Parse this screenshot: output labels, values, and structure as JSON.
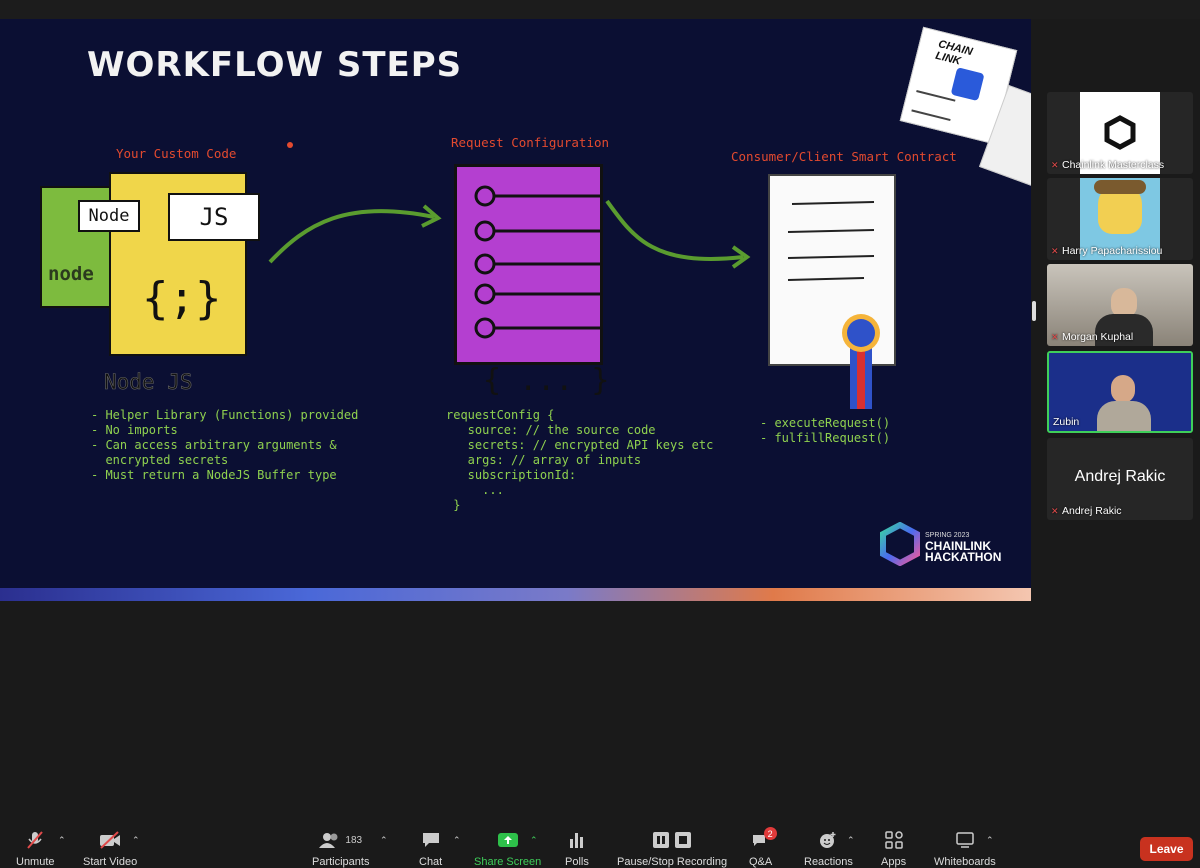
{
  "slide": {
    "title": "WORKFLOW STEPS",
    "custom_code": {
      "label": "Your Custom Code",
      "node_tag": "Node",
      "js_tag": "JS",
      "braces": "{;}",
      "node_logo": "node",
      "caption": "Node JS",
      "bullets": "- Helper Library (Functions) provided\n- No imports\n- Can access arbitrary arguments &\n  encrypted secrets\n- Must return a NodeJS Buffer type"
    },
    "request_config": {
      "label": "Request Configuration",
      "braces": "{ ... }",
      "code": "requestConfig {\n   source: // the source code\n   secrets: // encrypted API keys etc\n   args: // array of inputs\n   subscriptionId:\n     ...\n }"
    },
    "consumer": {
      "label": "Consumer/Client Smart Contract",
      "functions": "- executeRequest()\n- fulfillRequest()"
    },
    "chainlink_cube_text": "CHAIN LINK",
    "hackathon_badge": {
      "line1": "SPRING 2023",
      "line2": "CHAINLINK",
      "line3": "HACKATHON"
    }
  },
  "participants": [
    {
      "name": "Chainlink Masterclass",
      "muted": true
    },
    {
      "name": "Harry Papacharissiou",
      "muted": true
    },
    {
      "name": "Morgan Kuphal",
      "muted": true
    },
    {
      "name": "Zubin",
      "muted": false,
      "active": true
    },
    {
      "name": "Andrej Rakic",
      "muted": true,
      "big_name": "Andrej Rakic"
    }
  ],
  "toolbar": {
    "unmute": "Unmute",
    "start_video": "Start Video",
    "participants": "Participants",
    "participants_count": "183",
    "chat": "Chat",
    "share_screen": "Share Screen",
    "polls": "Polls",
    "recording": "Pause/Stop Recording",
    "qa": "Q&A",
    "qa_badge": "2",
    "reactions": "Reactions",
    "apps": "Apps",
    "whiteboards": "Whiteboards",
    "leave": "Leave"
  },
  "colors": {
    "slide_bg": "#0b0f33",
    "accent_red": "#e34a2f",
    "code_green": "#8fd14f",
    "active_border": "#3fcf5a",
    "leave_red": "#c8321f"
  }
}
